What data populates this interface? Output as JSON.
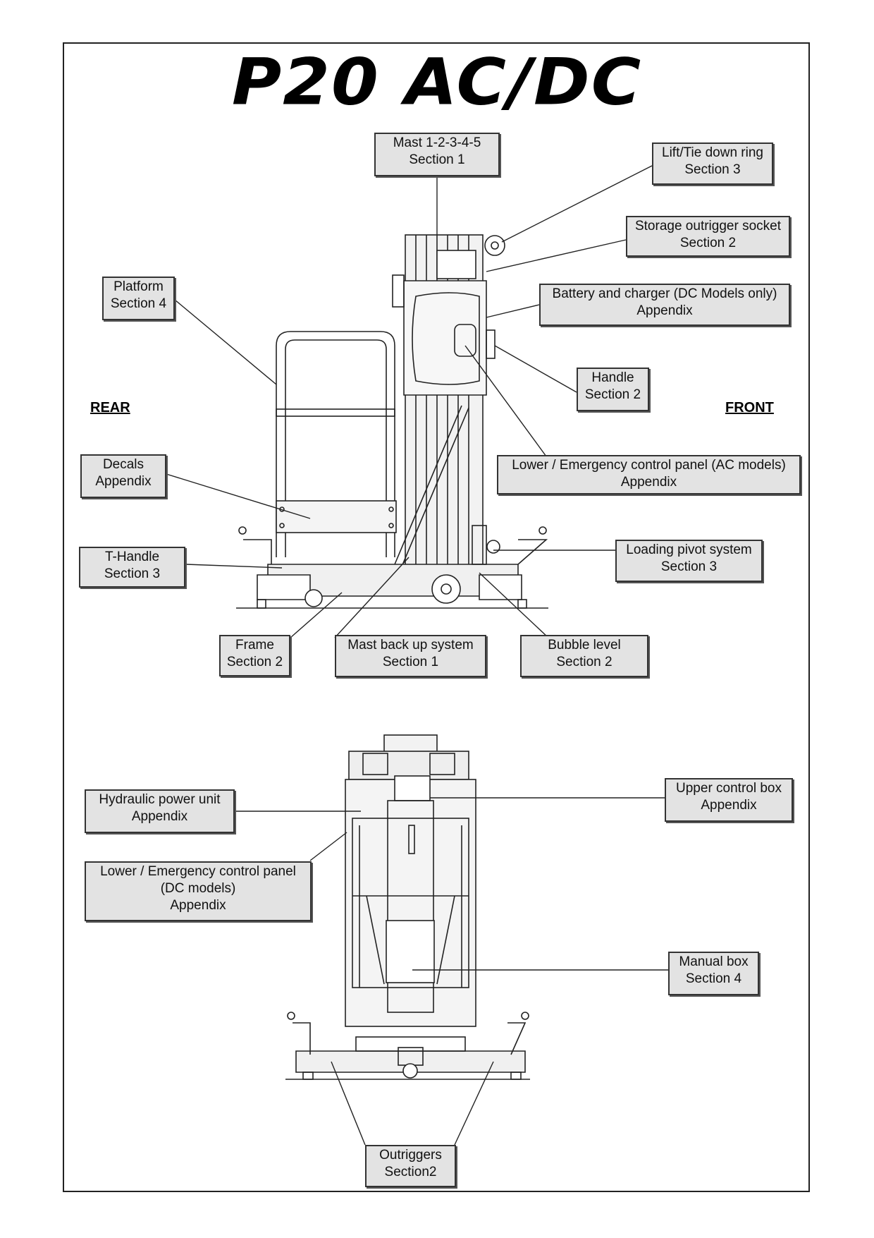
{
  "title": "P20 AC/DC",
  "orientation": {
    "rear": "REAR",
    "front": "FRONT"
  },
  "labels": {
    "mast": [
      "Mast 1-2-3-4-5",
      "Section 1"
    ],
    "lift_ring": [
      "Lift/Tie down ring",
      "Section 3"
    ],
    "storage_socket": [
      "Storage outrigger socket",
      "Section 2"
    ],
    "battery": [
      "Battery and charger (DC Models only)",
      "Appendix"
    ],
    "platform": [
      "Platform",
      "Section 4"
    ],
    "handle": [
      "Handle",
      "Section 2"
    ],
    "lower_ac": [
      "Lower / Emergency control panel (AC models)",
      "Appendix"
    ],
    "decals": [
      "Decals",
      "Appendix"
    ],
    "loading_pivot": [
      "Loading pivot system",
      "Section 3"
    ],
    "t_handle": [
      "T-Handle",
      "Section 3"
    ],
    "frame": [
      "Frame",
      "Section 2"
    ],
    "mast_backup": [
      "Mast back up system",
      "Section 1"
    ],
    "bubble_level": [
      "Bubble level",
      "Section 2"
    ],
    "hydraulic": [
      "Hydraulic power unit",
      "Appendix"
    ],
    "upper_box": [
      "Upper control box",
      "Appendix"
    ],
    "lower_dc": [
      "Lower / Emergency control panel",
      "(DC models)",
      "Appendix"
    ],
    "manual_box": [
      "Manual box",
      "Section 4"
    ],
    "outriggers": [
      "Outriggers",
      "Section2"
    ]
  },
  "colors": {
    "label_fill": "#e3e3e3",
    "line": "#222222",
    "shade": "#cfcfcf"
  }
}
